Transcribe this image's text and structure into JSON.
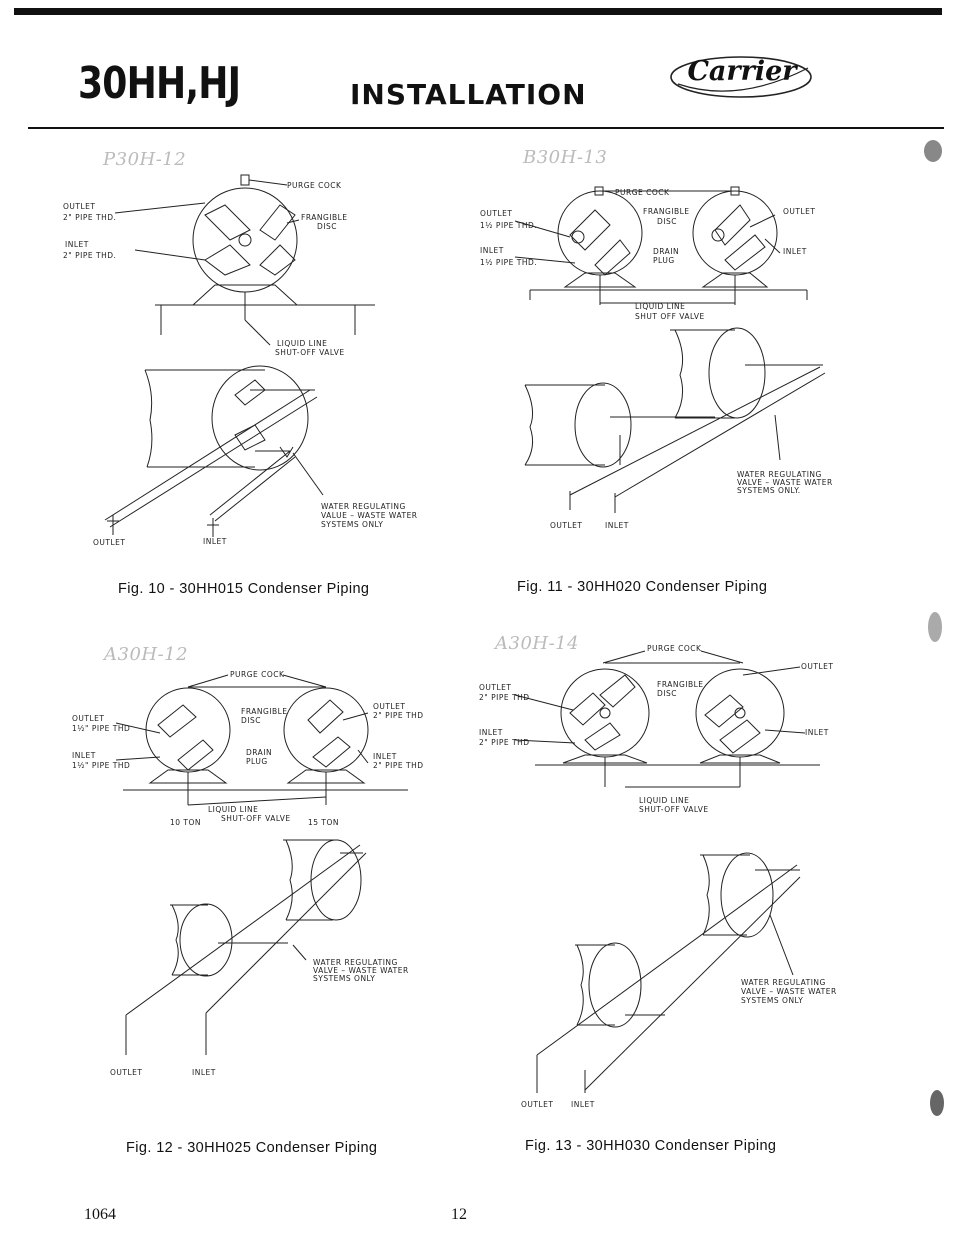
{
  "header": {
    "model": "30HH,HJ",
    "section": "INSTALLATION",
    "brand": "Carrier"
  },
  "figures": [
    {
      "caption": "Fig. 10 - 30HH015 Condenser Piping",
      "handwriting": "P30H-12",
      "labels": {
        "purge_cock": "PURGE COCK",
        "outlet_a": "OUTLET",
        "outlet_b": "2\" PIPE THD.",
        "inlet_a": "INLET",
        "inlet_b": "2\" PIPE THD.",
        "disc_a": "FRANGIBLE",
        "disc_b": "DISC",
        "liquid_a": "LIQUID LINE",
        "liquid_b": "SHUT-OFF VALVE",
        "wrv_a": "WATER REGULATING",
        "wrv_b": "VALUE – WASTE WATER",
        "wrv_c": "SYSTEMS ONLY",
        "outlet_low": "OUTLET",
        "inlet_low": "INLET"
      }
    },
    {
      "caption": "Fig. 11 - 30HH020 Condenser Piping",
      "handwriting": "B30H-13",
      "labels": {
        "purge_cock": "PURGE COCK",
        "outlet_a": "OUTLET",
        "outlet_b": "1½ PIPE THD.",
        "inlet_a": "INLET",
        "inlet_b": "1½ PIPE THD.",
        "disc_a": "FRANGIBLE",
        "disc_b": "DISC",
        "drain_a": "DRAIN",
        "drain_b": "PLUG",
        "outlet_r": "OUTLET",
        "inlet_r": "INLET",
        "liquid_a": "LIQUID LINE",
        "liquid_b": "SHUT OFF VALVE",
        "wrv_a": "WATER REGULATING",
        "wrv_b": "VALVE – WASTE WATER",
        "wrv_c": "SYSTEMS ONLY.",
        "outlet_low": "OUTLET",
        "inlet_low": "INLET"
      }
    },
    {
      "caption": "Fig. 12 - 30HH025 Condenser Piping",
      "handwriting": "A30H-12",
      "labels": {
        "purge_cock": "PURGE COCK",
        "outlet_a": "OUTLET",
        "outlet_b": "1½\" PIPE THD",
        "inlet_a": "INLET",
        "inlet_b": "1½\" PIPE THD",
        "disc_a": "FRANGIBLE",
        "disc_b": "DISC",
        "drain_a": "DRAIN",
        "drain_b": "PLUG",
        "outlet_r_a": "OUTLET",
        "outlet_r_b": "2\" PIPE THD",
        "inlet_r_a": "INLET",
        "inlet_r_b": "2\" PIPE THD",
        "liquid_a": "LIQUID LINE",
        "liquid_b": "SHUT-OFF VALVE",
        "ton_10": "10 TON",
        "ton_15": "15 TON",
        "wrv_a": "WATER REGULATING",
        "wrv_b": "VALVE – WASTE WATER",
        "wrv_c": "SYSTEMS ONLY",
        "outlet_low": "OUTLET",
        "inlet_low": "INLET"
      }
    },
    {
      "caption": "Fig. 13 - 30HH030 Condenser Piping",
      "handwriting": "A30H-14",
      "labels": {
        "purge_cock": "PURGE COCK",
        "outlet_a": "OUTLET",
        "outlet_b": "2\" PIPE THD",
        "inlet_a": "INLET",
        "inlet_b": "2\" PIPE THD",
        "disc_a": "FRANGIBLE",
        "disc_b": "DISC",
        "outlet_r": "OUTLET",
        "inlet_r": "INLET",
        "liquid_a": "LIQUID LINE",
        "liquid_b": "SHUT-OFF VALVE",
        "wrv_a": "WATER REGULATING",
        "wrv_b": "VALVE – WASTE WATER",
        "wrv_c": "SYSTEMS ONLY",
        "outlet_low": "OUTLET",
        "inlet_low": "INLET"
      }
    }
  ],
  "footer": {
    "doc_number": "1064",
    "page_number": "12"
  }
}
